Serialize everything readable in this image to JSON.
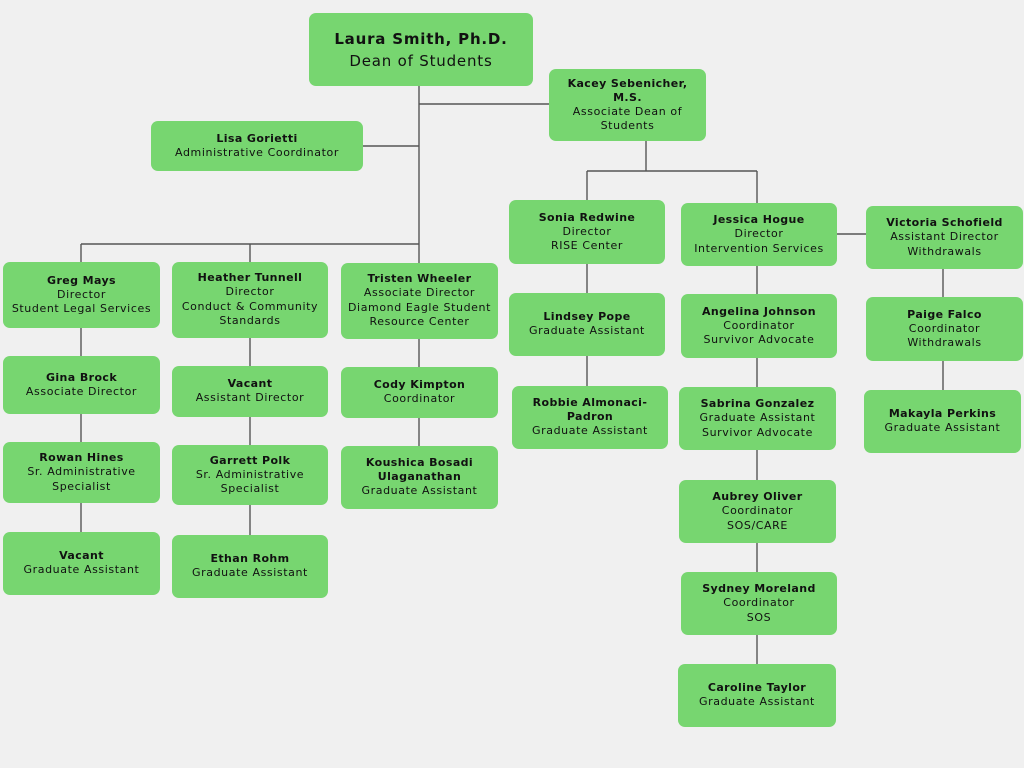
{
  "colors": {
    "background": "#f0f0f0",
    "box_fill": "#77d670",
    "connector": "#555555",
    "text": "#111111"
  },
  "people": {
    "dean": {
      "name": "Laura Smith, Ph.D.",
      "lines": [
        "Dean of Students"
      ]
    },
    "associate_dean": {
      "name": "Kacey Sebenicher, M.S.",
      "lines": [
        "Associate Dean of Students"
      ]
    },
    "admin_coordinator": {
      "name": "Lisa Gorietti",
      "lines": [
        "Administrative Coordinator"
      ]
    },
    "greg": {
      "name": "Greg Mays",
      "lines": [
        "Director",
        "Student Legal  Services"
      ]
    },
    "gina": {
      "name": "Gina Brock",
      "lines": [
        "Associate Director"
      ]
    },
    "rowan": {
      "name": "Rowan Hines",
      "lines": [
        "Sr. Administrative",
        "Specialist"
      ]
    },
    "vacant_ga": {
      "name": "Vacant",
      "lines": [
        "Graduate Assistant"
      ]
    },
    "heather": {
      "name": "Heather Tunnell",
      "lines": [
        "Director",
        "Conduct & Community",
        "Standards"
      ]
    },
    "vacant_ad": {
      "name": "Vacant",
      "lines": [
        "Assistant Director"
      ]
    },
    "garrett": {
      "name": "Garrett Polk",
      "lines": [
        "Sr. Administrative",
        "Specialist"
      ]
    },
    "ethan": {
      "name": "Ethan Rohm",
      "lines": [
        "Graduate Assistant"
      ]
    },
    "tristen": {
      "name": "Tristen Wheeler",
      "lines": [
        "Associate Director",
        "Diamond Eagle Student",
        "Resource Center"
      ]
    },
    "cody": {
      "name": "Cody Kimpton",
      "lines": [
        "Coordinator"
      ]
    },
    "koushica": {
      "name": "Koushica Bosadi Ulaganathan",
      "lines": [
        "Graduate Assistant"
      ]
    },
    "sonia": {
      "name": "Sonia Redwine",
      "lines": [
        "Director",
        "RISE Center"
      ]
    },
    "lindsey": {
      "name": "Lindsey Pope",
      "lines": [
        "Graduate Assistant"
      ]
    },
    "robbie": {
      "name": "Robbie Almonaci-Padron",
      "lines": [
        "Graduate Assistant"
      ]
    },
    "jessica": {
      "name": "Jessica Hogue",
      "lines": [
        "Director",
        "Intervention Services"
      ]
    },
    "angelina": {
      "name": "Angelina Johnson",
      "lines": [
        "Coordinator",
        "Survivor Advocate"
      ]
    },
    "sabrina": {
      "name": "Sabrina Gonzalez",
      "lines": [
        "Graduate Assistant",
        "Survivor Advocate"
      ]
    },
    "aubrey": {
      "name": "Aubrey Oliver",
      "lines": [
        "Coordinator",
        "SOS/CARE"
      ]
    },
    "sydney": {
      "name": "Sydney Moreland",
      "lines": [
        "Coordinator",
        "SOS"
      ]
    },
    "caroline": {
      "name": "Caroline Taylor",
      "lines": [
        "Graduate Assistant"
      ]
    },
    "victoria": {
      "name": "Victoria Schofield",
      "lines": [
        "Assistant Director",
        "Withdrawals"
      ]
    },
    "paige": {
      "name": "Paige Falco",
      "lines": [
        "Coordinator",
        "Withdrawals"
      ]
    },
    "makayla": {
      "name": "Makayla Perkins",
      "lines": [
        "Graduate Assistant"
      ]
    }
  }
}
